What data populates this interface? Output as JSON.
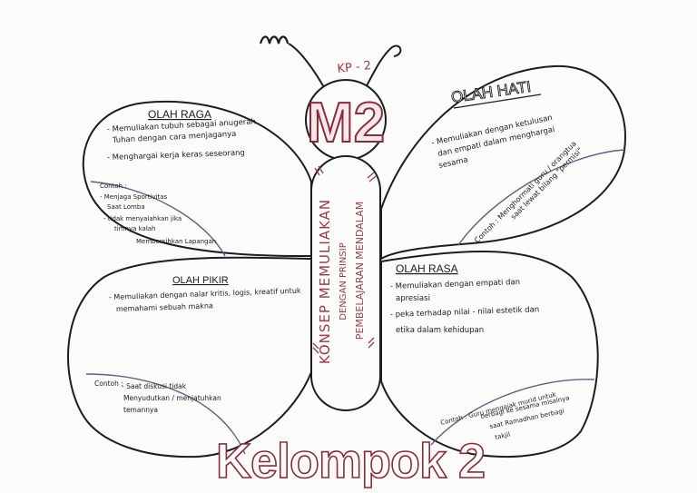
{
  "kp_label": "KP - 2",
  "head_badge": "M2",
  "body_text": {
    "line1": "KONSEP MEMULIAKAN",
    "line2": "DENGAN PRINSIP",
    "line3": "PEMBELAJARAN MENDALAM"
  },
  "olah_raga": {
    "title": "OLAH RAGA",
    "points": [
      [
        "- Memuliakan tubuh sebagai anugerah",
        "Tuhan dengan cara menjaganya"
      ],
      [
        "- Menghargai kerja keras seseorang"
      ]
    ],
    "example_label": "Contoh :",
    "examples": [
      [
        "- Menjaga Sportivitas",
        "Saat Lomba"
      ],
      [
        "- tidak menyalahkan jika",
        "timnya kalah"
      ],
      [
        "Membersihkan Lapangan"
      ]
    ]
  },
  "olah_hati": {
    "title": "OLAH HATI",
    "points": [
      [
        "- Memuliakan dengan ketulusan",
        "dan empati dalam menghargai",
        "sesama"
      ]
    ],
    "example": [
      "Contoh : Menghormati guru / orangtua",
      "saat lewat bilang \"permisi\""
    ]
  },
  "olah_pikir": {
    "title": "OLAH PIKIR",
    "points": [
      [
        "- Memuliakan dengan nalar kritis, logis, kreatif untuk",
        "memahami sebuah makna"
      ]
    ],
    "example_label": "Contoh :",
    "examples": [
      [
        "- Saat diskusi tidak",
        "Menyudutkan / menjatuhkan",
        "temannya"
      ]
    ]
  },
  "olah_rasa": {
    "title": "OLAH RASA",
    "points": [
      [
        "- Memuliakan dengan empati dan",
        "apresiasi"
      ],
      [
        "- peka terhadap nilai - nilai estetik dan",
        "etika dalam kehidupan"
      ]
    ],
    "example": [
      "Contoh : Guru mengajak murid untuk",
      "berbagi ke sesama misalnya",
      "saat Ramadhan berbagi",
      "takjil"
    ]
  },
  "footer_title": "Kelompok 2"
}
